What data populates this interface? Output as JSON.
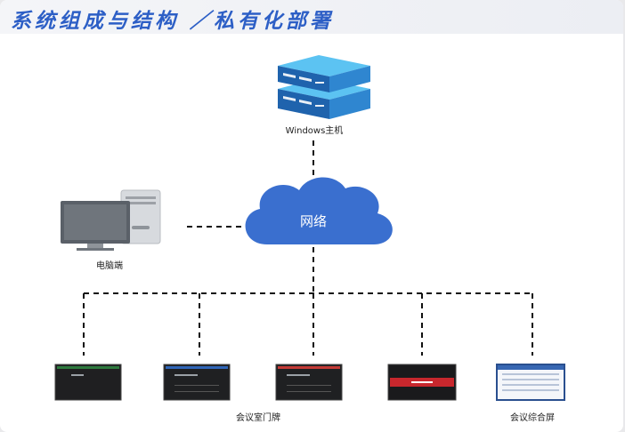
{
  "header": {
    "title": "系统组成与结构 ／私有化部署"
  },
  "nodes": {
    "server": "Windows主机",
    "network": "网络",
    "pc": "电脑端",
    "door_sign": "会议室门牌",
    "info_screen": "会议综合屏"
  },
  "colors": {
    "title": "#2d5fc6",
    "server_top": "#3fa9e6",
    "cloud": "#3a6fcf",
    "link": "#111111"
  }
}
